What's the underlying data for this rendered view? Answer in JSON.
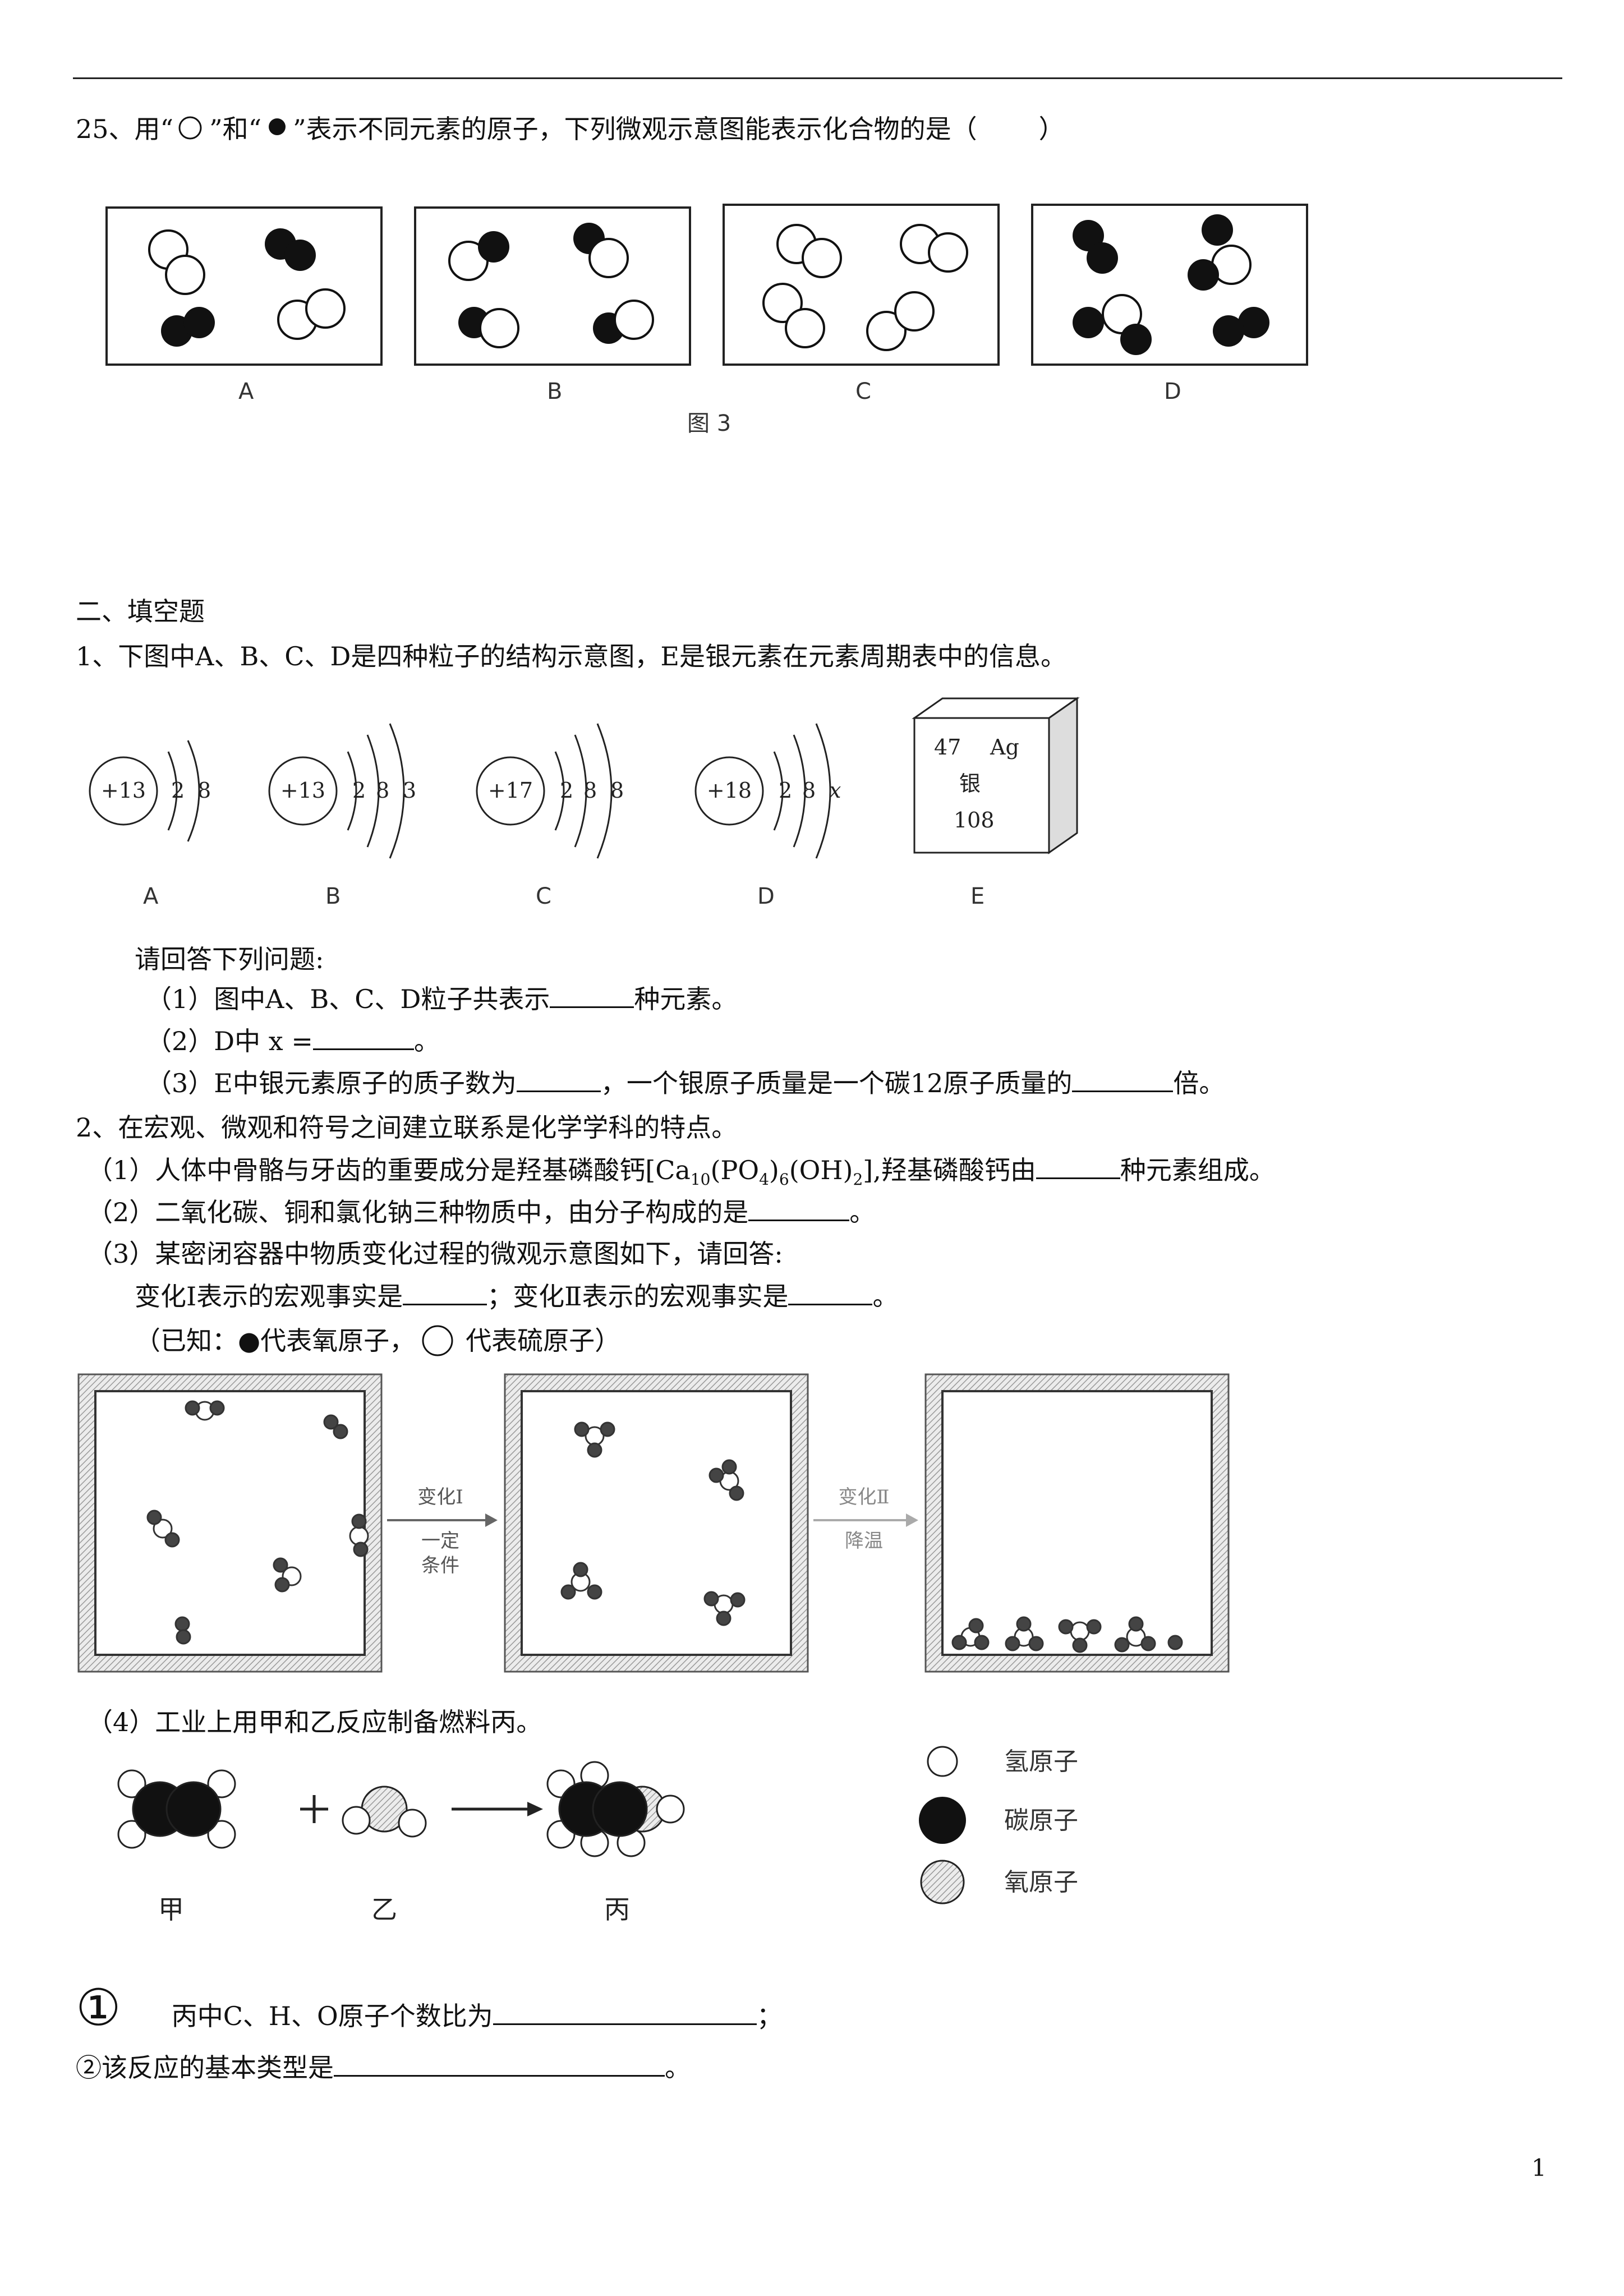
{
  "q25": {
    "text_a": "25、用“",
    "text_b": "”和“",
    "text_c": "”表示不同元素的原子，下列微观示意图能表示化合物的是（",
    "text_d": "）",
    "options": [
      "A",
      "B",
      "C",
      "D"
    ],
    "figure_caption": "图 3"
  },
  "section2": {
    "heading": "二、填空题",
    "q1": {
      "stem": "1、下图中A、B、C、D是四种粒子的结构示意图，E是银元素在元素周期表中的信息。",
      "atoms": [
        {
          "label": "A",
          "nucleus": "+13",
          "shells": [
            "2",
            "8"
          ]
        },
        {
          "label": "B",
          "nucleus": "+13",
          "shells": [
            "2",
            "8",
            "3"
          ]
        },
        {
          "label": "C",
          "nucleus": "+17",
          "shells": [
            "2",
            "8",
            "8"
          ]
        },
        {
          "label": "D",
          "nucleus": "+18",
          "shells": [
            "2",
            "8",
            "x"
          ]
        }
      ],
      "element_card": {
        "label": "E",
        "number": "47",
        "symbol": "Ag",
        "name": "银",
        "mass": "108"
      },
      "prompt": "请回答下列问题:",
      "sub1_a": "（1）图中A、B、C、D粒子共表示",
      "sub1_b": "种元素。",
      "sub2_a": "（2）D中 x =",
      "sub2_b": "。",
      "sub3_a": "（3）E中银元素原子的质子数为",
      "sub3_b": "，一个银原子质量是一个碳12原子质量的",
      "sub3_c": "倍。"
    },
    "q2": {
      "stem": "2、在宏观、微观和符号之间建立联系是化学学科的特点。",
      "sub1_a": "（1）人体中骨骼与牙齿的重要成分是羟基磷酸钙[Ca",
      "sub1_s1": "10",
      "sub1_b": "(PO",
      "sub1_s2": "4",
      "sub1_c": ")",
      "sub1_s3": "6",
      "sub1_d": "(OH)",
      "sub1_s4": "2",
      "sub1_e": "],羟基磷酸钙由",
      "sub1_f": "种元素组成。",
      "sub2_a": "（2）二氧化碳、铜和氯化钠三种物质中，由分子构成的是",
      "sub2_b": "。",
      "sub3_a": "（3）某密闭容器中物质变化过程的微观示意图如下，请回答:",
      "sub3_b1": "变化Ⅰ表示的宏观事实是",
      "sub3_b2": "；变化Ⅱ表示的宏观事实是",
      "sub3_b3": "。",
      "known_a": "（已知：●代表氧原子，",
      "known_b": "代表硫原子）",
      "arrow1_top": "变化Ⅰ",
      "arrow1_bottom1": "一定",
      "arrow1_bottom2": "条件",
      "arrow2_top": "变化Ⅱ",
      "arrow2_bottom": "降温",
      "sub4": "（4）工业上用甲和乙反应制备燃料丙。",
      "species": [
        "甲",
        "乙",
        "丙"
      ],
      "legend": [
        "氢原子",
        "碳原子",
        "氧原子"
      ],
      "sub4_1_num": "①",
      "sub4_1_a": "丙中C、H、O原子个数比为",
      "sub4_1_b": "；",
      "sub4_2_a": "②该反应的基本类型是",
      "sub4_2_b": "。"
    }
  },
  "page_number": "1"
}
